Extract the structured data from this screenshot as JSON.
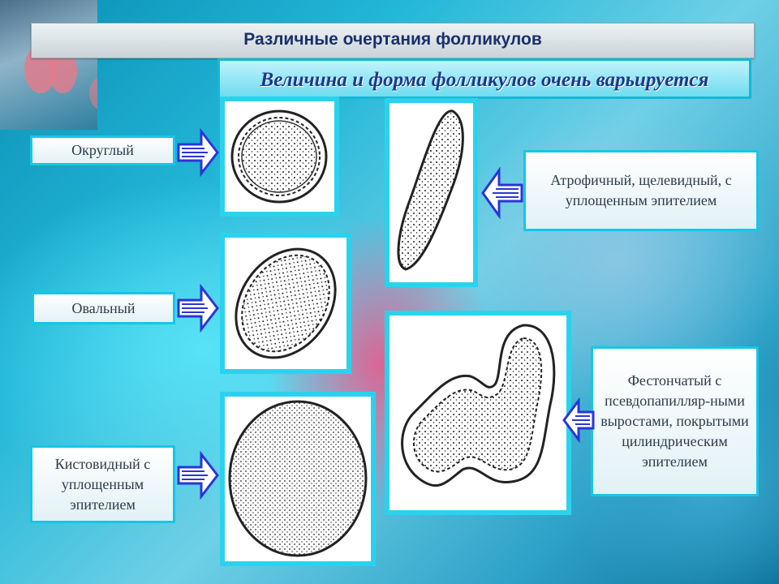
{
  "title": "Различные очертания фолликулов",
  "subtitle": "Величина и форма фолликулов очень варьируется",
  "labels": {
    "round": "Округлый",
    "oval": "Овальный",
    "cyst": "Кистовидный с уплощенным эпителием",
    "atrophic": "Атрофичный, щелевидный, с уплощенным эпителием",
    "scalloped": "Фестончатый с псевдопапилляр-ными выростами, покрытыми цилиндрическим эпителием"
  },
  "colors": {
    "accent": "#29d3ee",
    "title_text": "#1a2f6b",
    "arrow": "#2a35d8"
  }
}
